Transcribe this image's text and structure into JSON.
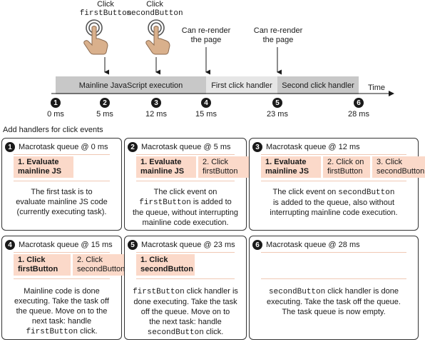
{
  "clicks": [
    {
      "verb": "Click",
      "target": "firstButton"
    },
    {
      "verb": "Click",
      "target": "secondButton"
    }
  ],
  "rerender": [
    "Can re-render\nthe page",
    "Can re-render\nthe page"
  ],
  "timeline": {
    "segments": [
      "Mainline JavaScript execution",
      "First click handler",
      "Second click handler"
    ],
    "axis_label": "Time",
    "markers": [
      {
        "num": "1",
        "time": "0 ms"
      },
      {
        "num": "2",
        "time": "5 ms"
      },
      {
        "num": "3",
        "time": "12 ms"
      },
      {
        "num": "4",
        "time": "15 ms"
      },
      {
        "num": "5",
        "time": "23 ms"
      },
      {
        "num": "6",
        "time": "28 ms"
      }
    ]
  },
  "section_title": "Add handlers for click events",
  "panels": [
    {
      "num": "1",
      "title": "Macrotask queue @ 0 ms",
      "queue": [
        {
          "text": "1. Evaluate\nmainline JS",
          "bold": true
        }
      ],
      "desc": [
        [
          {
            "t": "The first task is to"
          }
        ],
        [
          {
            "t": "evaluate mainline JS code"
          }
        ],
        [
          {
            "t": "(currently executing task)."
          }
        ]
      ]
    },
    {
      "num": "2",
      "title": "Macrotask queue @ 5 ms",
      "queue": [
        {
          "text": "1. Evaluate\nmainline JS",
          "bold": true
        },
        {
          "text": "2. Click\nfirstButton",
          "bold": false
        }
      ],
      "desc": [
        [
          {
            "t": "The click event on"
          }
        ],
        [
          {
            "t": "firstButton",
            "mono": true
          },
          {
            "t": " is added to"
          }
        ],
        [
          {
            "t": "the queue, without interrupting"
          }
        ],
        [
          {
            "t": "mainline code execution."
          }
        ]
      ]
    },
    {
      "num": "3",
      "title": "Macrotask queue @ 12 ms",
      "queue": [
        {
          "text": "1. Evaluate\nmainline JS",
          "bold": true
        },
        {
          "text": "2. Click on\nfirstButton",
          "bold": false
        },
        {
          "text": "3. Click\nsecondButton",
          "bold": false
        }
      ],
      "desc": [
        [
          {
            "t": "The click event on "
          },
          {
            "t": "secondButton",
            "mono": true
          }
        ],
        [
          {
            "t": "is added to the queue, also without"
          }
        ],
        [
          {
            "t": "interrupting mainline code execution."
          }
        ]
      ]
    },
    {
      "num": "4",
      "title": "Macrotask queue @ 15 ms",
      "queue": [
        {
          "text": "1. Click\nfirstButton",
          "bold": true
        },
        {
          "text": "2. Click\nsecondButton",
          "bold": false
        }
      ],
      "desc": [
        [
          {
            "t": "Mainline code is done"
          }
        ],
        [
          {
            "t": "executing. Take the task off"
          }
        ],
        [
          {
            "t": "the queue. Move on to the"
          }
        ],
        [
          {
            "t": "next task: handle"
          }
        ],
        [
          {
            "t": "firstButton",
            "mono": true
          },
          {
            "t": " click."
          }
        ]
      ]
    },
    {
      "num": "5",
      "title": "Macrotask queue @ 23 ms",
      "queue": [
        {
          "text": "1. Click\nsecondButton",
          "bold": true
        }
      ],
      "desc": [
        [
          {
            "t": "firstButton",
            "mono": true
          },
          {
            "t": " click handler is"
          }
        ],
        [
          {
            "t": "done executing. Take the task"
          }
        ],
        [
          {
            "t": "off the queue. Move on to"
          }
        ],
        [
          {
            "t": "the next task: handle"
          }
        ],
        [
          {
            "t": "secondButton",
            "mono": true
          },
          {
            "t": " click."
          }
        ]
      ]
    },
    {
      "num": "6",
      "title": "Macrotask queue @ 28 ms",
      "queue": [],
      "desc": [
        [
          {
            "t": "secondButton",
            "mono": true
          },
          {
            "t": " click handler is done"
          }
        ],
        [
          {
            "t": "executing. Take the task off the queue."
          }
        ],
        [
          {
            "t": "The task queue is now empty."
          }
        ]
      ]
    }
  ],
  "colors": {
    "timeline_mainline": "#c8c8c8",
    "timeline_first": "#e6e6e6",
    "timeline_second": "#c8c8c8",
    "queue_cell": "#fbd9c9",
    "queue_line": "#f0c8b4",
    "hand": "#d9b08c",
    "ripple": "#555555"
  },
  "icons": [
    "hand-pointer-icon",
    "hand-pointer-icon"
  ]
}
